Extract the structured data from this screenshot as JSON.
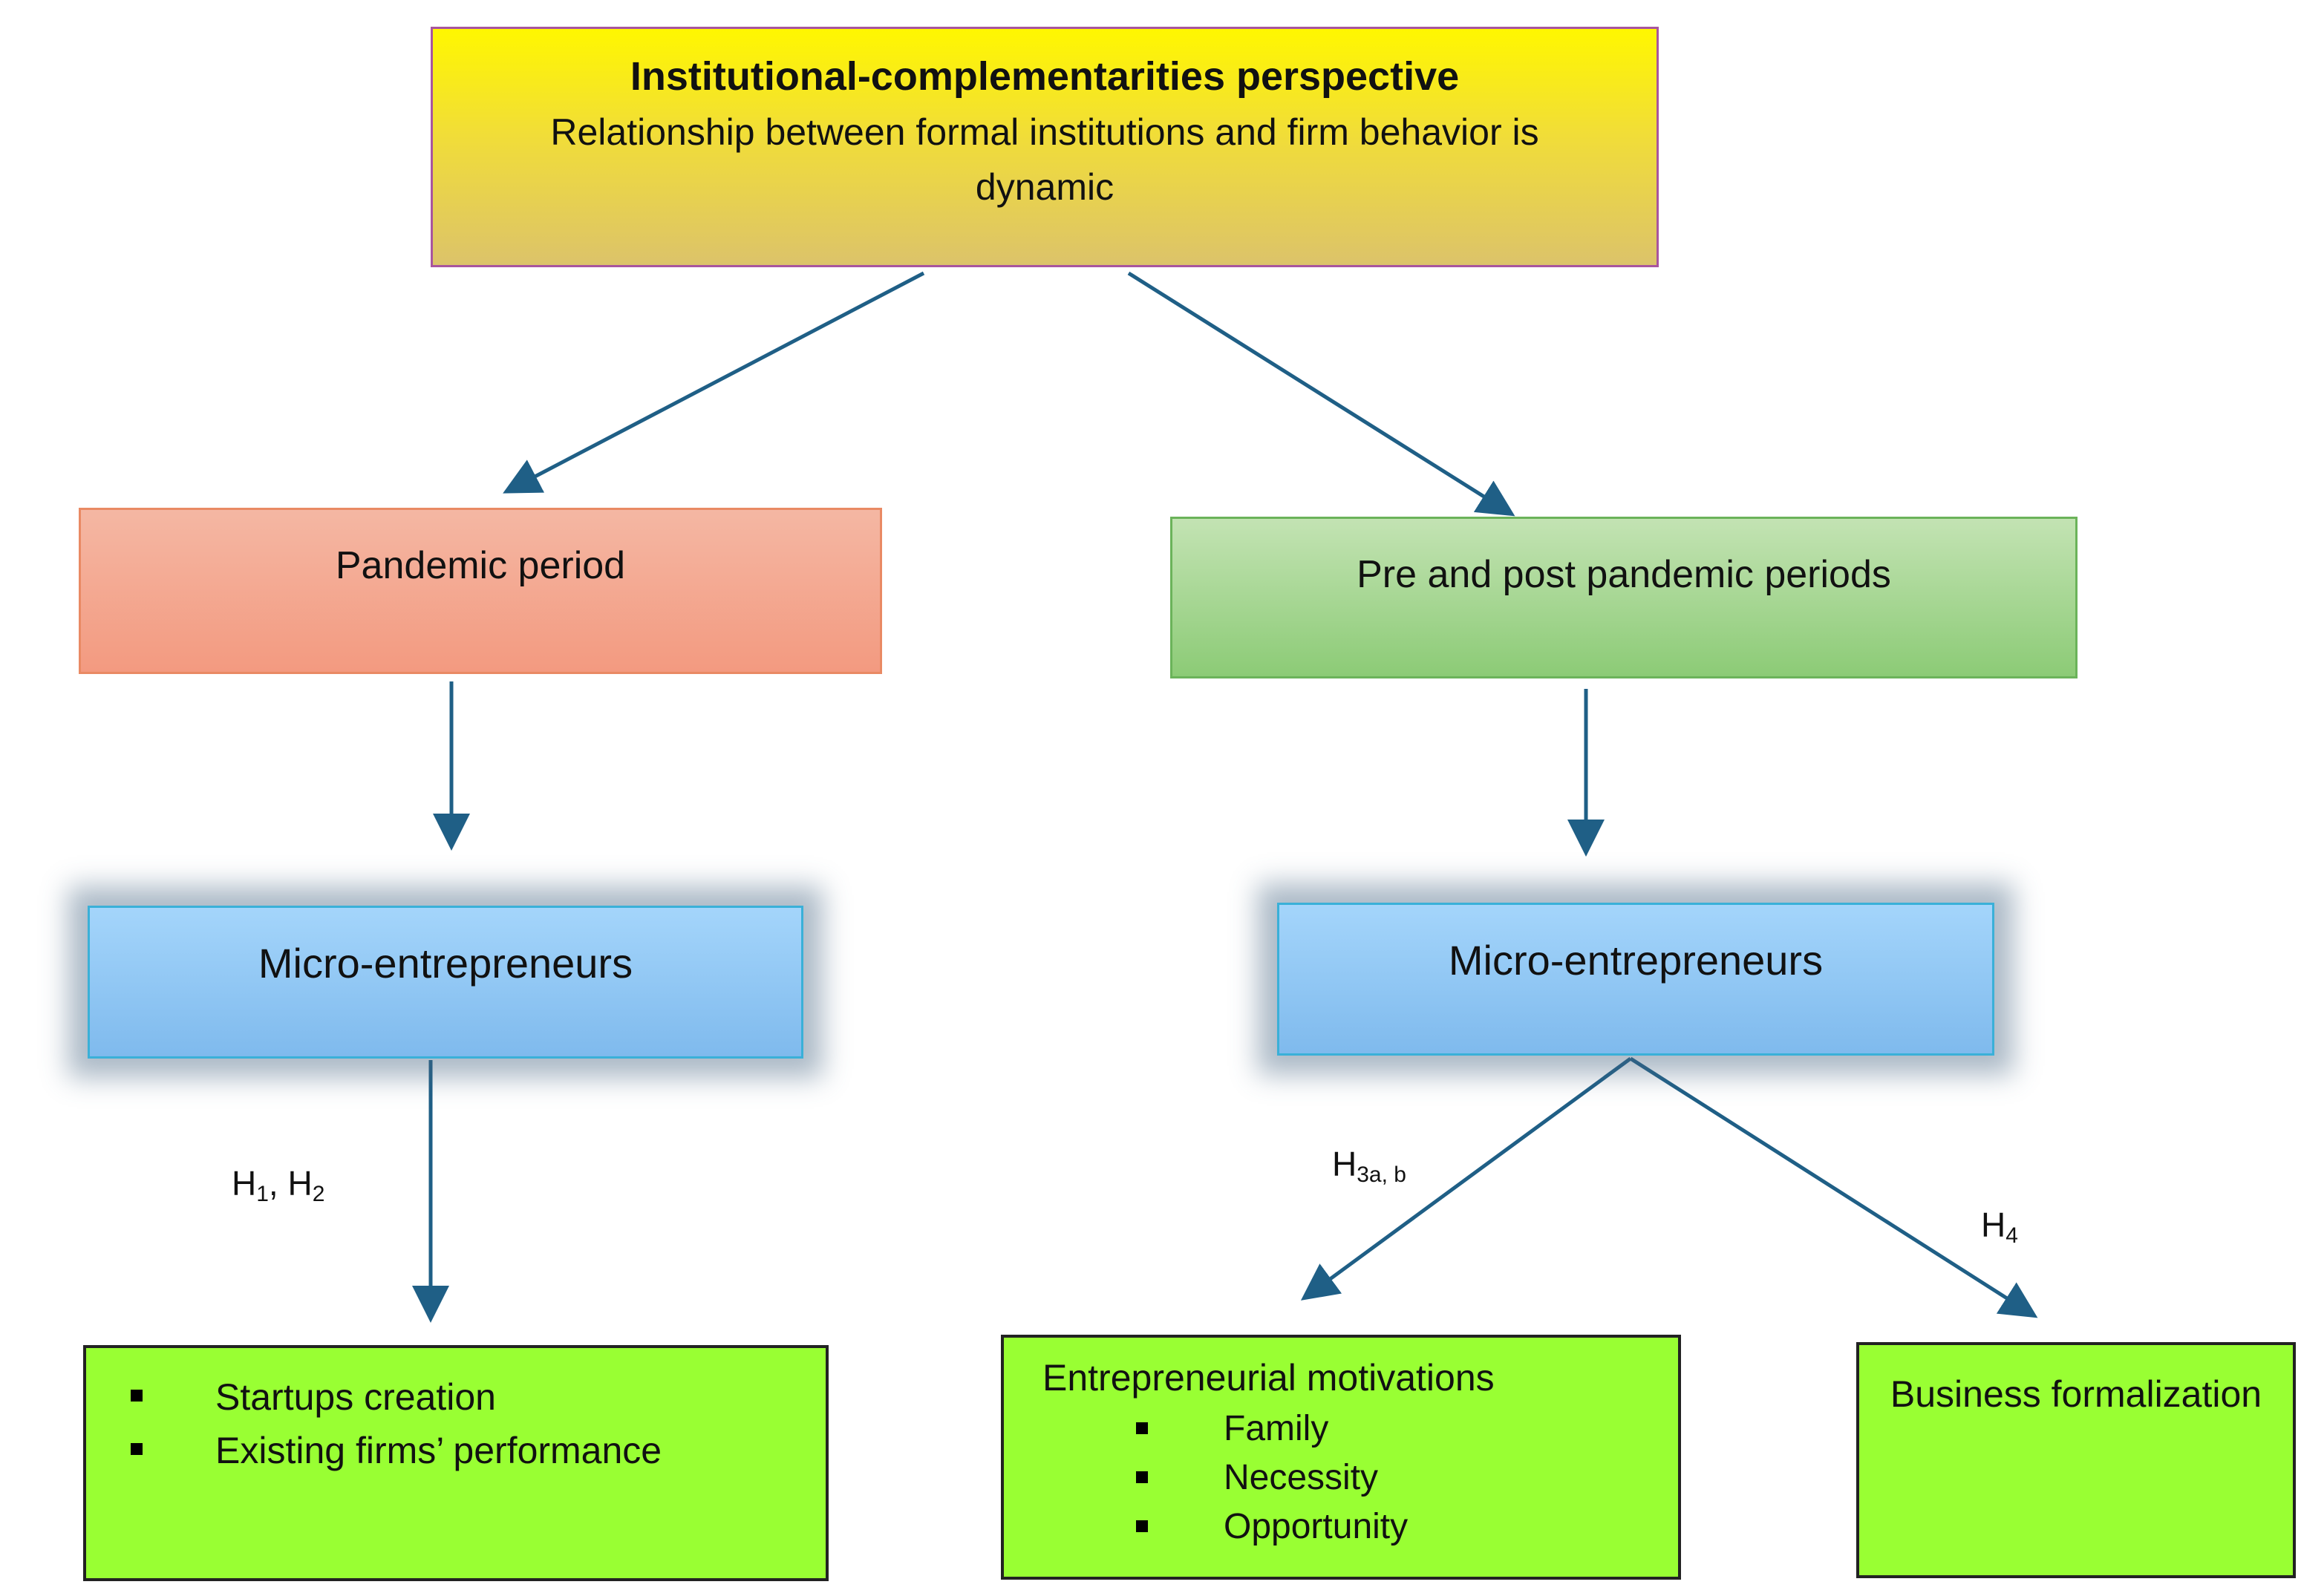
{
  "header": {
    "title": "Institutional-complementarities perspective",
    "subtitle": "Relationship between formal institutions and firm behavior is dynamic"
  },
  "periods": {
    "pandemic": "Pandemic period",
    "pre_post": "Pre and post pandemic periods"
  },
  "actors": {
    "left": "Micro-entrepreneurs",
    "right": "Micro-entrepreneurs"
  },
  "hypotheses": {
    "h12": {
      "a": "H",
      "a_sub": "1",
      "sep": ", ",
      "b": "H",
      "b_sub": "2"
    },
    "h3": {
      "main": "H",
      "sub": "3a, b"
    },
    "h4": {
      "main": "H",
      "sub": "4"
    }
  },
  "outcomes": {
    "startups": {
      "items": [
        "Startups creation",
        "Existing firms’ performance"
      ]
    },
    "motivations": {
      "heading": "Entrepreneurial motivations",
      "items": [
        "Family",
        "Necessity",
        "Opportunity"
      ]
    },
    "formalization": {
      "text": "Business formalization"
    }
  },
  "colors": {
    "arrow": "#1f5f86",
    "top_fill": "#fff700",
    "pandemic_fill": "#f39a80",
    "prepost_fill": "#8ccb76",
    "micro_fill": "#7fbaed",
    "outcome_fill": "#99ff33"
  }
}
